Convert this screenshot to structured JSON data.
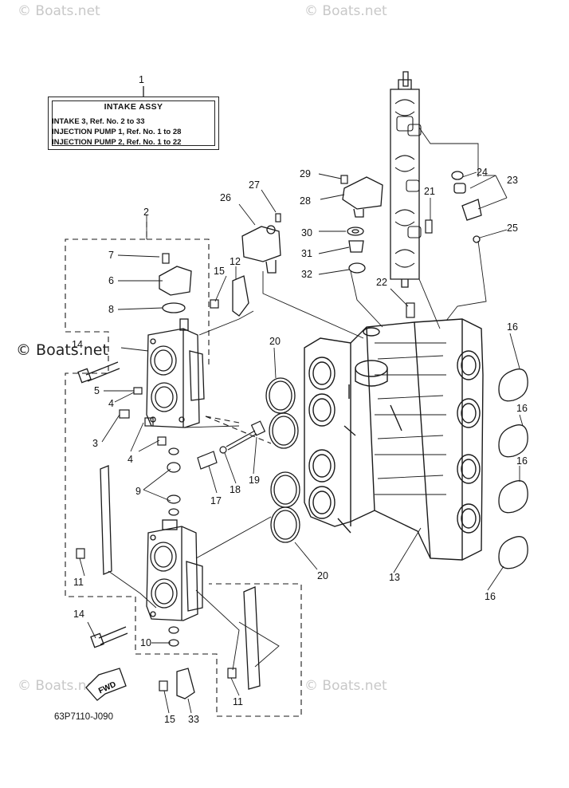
{
  "watermarks": {
    "brand": "© Boats.net",
    "brand_center": "© Boats.net"
  },
  "legend": {
    "title": "INTAKE ASSY",
    "lines": [
      "INTAKE 3,  Ref. No. 2 to 33",
      "INJECTION PUMP 1,  Ref. No. 1 to 28",
      "INJECTION PUMP 2,  Ref. No. 1 to 22"
    ]
  },
  "callouts": [
    "1",
    "2",
    "3",
    "4",
    "4",
    "5",
    "6",
    "7",
    "8",
    "9",
    "10",
    "11",
    "11",
    "12",
    "13",
    "14",
    "14",
    "15",
    "15",
    "16",
    "16",
    "16",
    "16",
    "17",
    "18",
    "19",
    "20",
    "20",
    "21",
    "22",
    "23",
    "24",
    "25",
    "26",
    "27",
    "28",
    "29",
    "30",
    "31",
    "32",
    "33"
  ],
  "fwd_label": "FWD",
  "diagram_code": "63P7110-J090",
  "colors": {
    "line": "#1a1a1a",
    "watermark": "#c8c8c8"
  }
}
